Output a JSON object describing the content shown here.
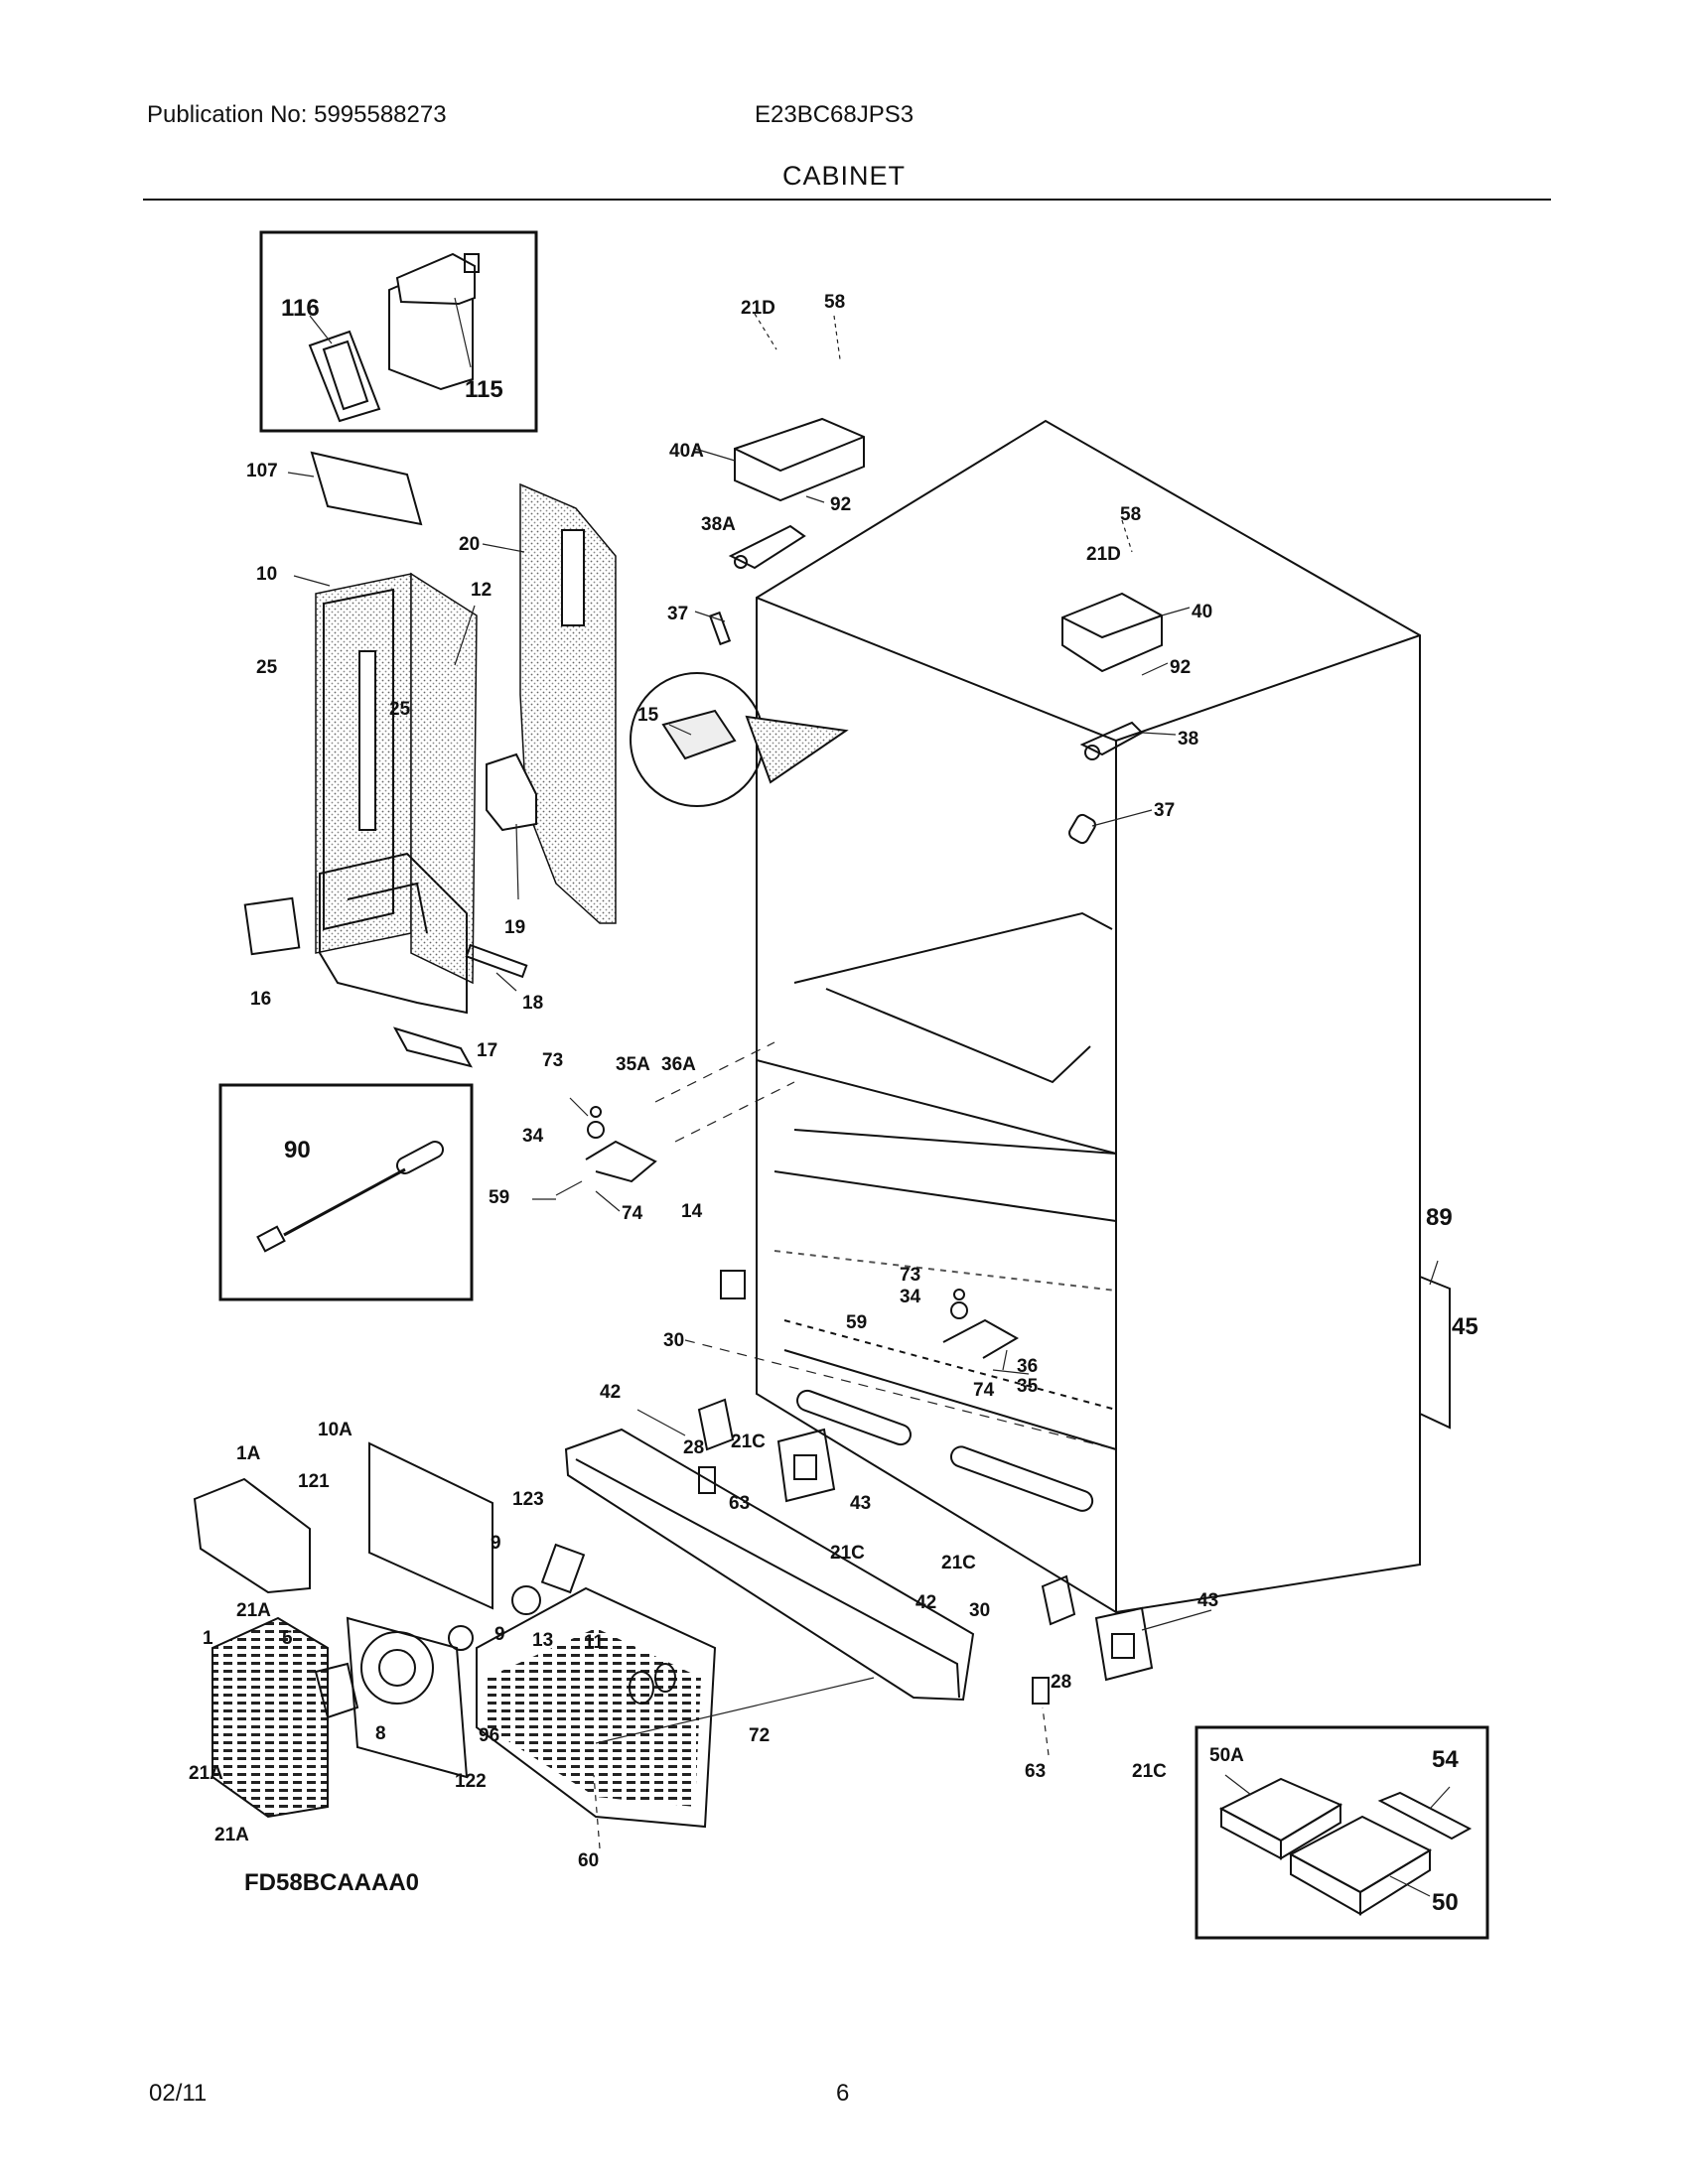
{
  "header": {
    "publication": "Publication No: 5995588273",
    "model": "E23BC68JPS3",
    "section_title": "CABINET"
  },
  "diagram_code": "FD58BCAAAA0",
  "footer": {
    "date": "02/11",
    "page": "6"
  },
  "callouts": [
    {
      "id": "c116",
      "text": "116"
    },
    {
      "id": "c115",
      "text": "115"
    },
    {
      "id": "c107",
      "text": "107"
    },
    {
      "id": "c20",
      "text": "20"
    },
    {
      "id": "c10",
      "text": "10"
    },
    {
      "id": "c12",
      "text": "12"
    },
    {
      "id": "c25a",
      "text": "25"
    },
    {
      "id": "c25b",
      "text": "25"
    },
    {
      "id": "c15",
      "text": "15"
    },
    {
      "id": "c19",
      "text": "19"
    },
    {
      "id": "c16",
      "text": "16"
    },
    {
      "id": "c18",
      "text": "18"
    },
    {
      "id": "c17",
      "text": "17"
    },
    {
      "id": "c90",
      "text": "90"
    },
    {
      "id": "c21Da",
      "text": "21D"
    },
    {
      "id": "c58a",
      "text": "58"
    },
    {
      "id": "c40A",
      "text": "40A"
    },
    {
      "id": "c92a",
      "text": "92"
    },
    {
      "id": "c38A",
      "text": "38A"
    },
    {
      "id": "c37a",
      "text": "37"
    },
    {
      "id": "c58b",
      "text": "58"
    },
    {
      "id": "c21Db",
      "text": "21D"
    },
    {
      "id": "c40",
      "text": "40"
    },
    {
      "id": "c92b",
      "text": "92"
    },
    {
      "id": "c38",
      "text": "38"
    },
    {
      "id": "c37b",
      "text": "37"
    },
    {
      "id": "c73a",
      "text": "73"
    },
    {
      "id": "c35A",
      "text": "35A"
    },
    {
      "id": "c36A",
      "text": "36A"
    },
    {
      "id": "c34a",
      "text": "34"
    },
    {
      "id": "c59a",
      "text": "59"
    },
    {
      "id": "c74a",
      "text": "74"
    },
    {
      "id": "c14",
      "text": "14"
    },
    {
      "id": "c89",
      "text": "89"
    },
    {
      "id": "c45",
      "text": "45"
    },
    {
      "id": "c73b",
      "text": "73"
    },
    {
      "id": "c34b",
      "text": "34"
    },
    {
      "id": "c59b",
      "text": "59"
    },
    {
      "id": "c36",
      "text": "36"
    },
    {
      "id": "c35",
      "text": "35"
    },
    {
      "id": "c74b",
      "text": "74"
    },
    {
      "id": "c30a",
      "text": "30"
    },
    {
      "id": "c42a",
      "text": "42"
    },
    {
      "id": "c21Ca",
      "text": "21C"
    },
    {
      "id": "c28a",
      "text": "28"
    },
    {
      "id": "c63a",
      "text": "63"
    },
    {
      "id": "c43a",
      "text": "43"
    },
    {
      "id": "c21Cb",
      "text": "21C"
    },
    {
      "id": "c21Cc",
      "text": "21C"
    },
    {
      "id": "c42b",
      "text": "42"
    },
    {
      "id": "c30b",
      "text": "30"
    },
    {
      "id": "c43b",
      "text": "43"
    },
    {
      "id": "c28b",
      "text": "28"
    },
    {
      "id": "c63b",
      "text": "63"
    },
    {
      "id": "c21Cd",
      "text": "21C"
    },
    {
      "id": "c1A",
      "text": "1A"
    },
    {
      "id": "c10A",
      "text": "10A"
    },
    {
      "id": "c121",
      "text": "121"
    },
    {
      "id": "c123",
      "text": "123"
    },
    {
      "id": "c9a",
      "text": "9"
    },
    {
      "id": "c9b",
      "text": "9"
    },
    {
      "id": "c13",
      "text": "13"
    },
    {
      "id": "c11",
      "text": "11"
    },
    {
      "id": "c21Aa",
      "text": "21A"
    },
    {
      "id": "c1",
      "text": "1"
    },
    {
      "id": "c5",
      "text": "5"
    },
    {
      "id": "c8",
      "text": "8"
    },
    {
      "id": "c96",
      "text": "96"
    },
    {
      "id": "c122",
      "text": "122"
    },
    {
      "id": "c21Ab",
      "text": "21A"
    },
    {
      "id": "c21Ac",
      "text": "21A"
    },
    {
      "id": "c72",
      "text": "72"
    },
    {
      "id": "c60",
      "text": "60"
    },
    {
      "id": "c50A",
      "text": "50A"
    },
    {
      "id": "c54",
      "text": "54"
    },
    {
      "id": "c50",
      "text": "50"
    }
  ]
}
